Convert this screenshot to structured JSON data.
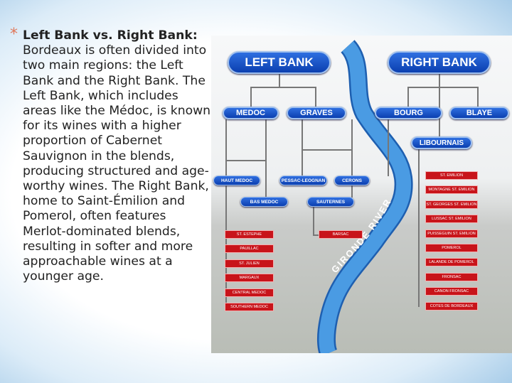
{
  "text": {
    "bullet_title": "Left Bank vs. Right Bank",
    "body": "Bordeaux is often divided into two main regions: the Left Bank and the Right Bank. The Left Bank, which includes areas like the Médoc, is known for its wines with a higher proportion of Cabernet Sauvignon in the blends, producing structured and age-worthy wines. The Right Bank, home to Saint-Émilion and Pomerol, often features Merlot-dominated blends, resulting in softer and more approachable wines at a younger age."
  },
  "diagram": {
    "left_bank": "LEFT BANK",
    "right_bank": "RIGHT BANK",
    "medoc": "MEDOC",
    "graves": "GRAVES",
    "bourg": "BOURG",
    "blaye": "BLAYE",
    "libournais": "LIBOURNAIS",
    "haut_medoc": "HAUT MEDOC",
    "bas_medoc": "BAS MEDOC",
    "pessac": "PESSAC-LEOGNAN",
    "cerons": "CERONS",
    "sauternes": "SAUTERNES",
    "medoc_communes": [
      "ST. ESTEPHE",
      "PAUILLAC",
      "ST. JULIEN",
      "MARGAUX",
      "CENTRAL MEDOC",
      "SOUTHERN MEDOC"
    ],
    "barsac": "BARSAC",
    "libournais_areas": [
      "ST. EMILION",
      "MONTAGNE ST. EMILION",
      "ST. GEORGES ST. EMILION",
      "LUSSAC ST. EMILION",
      "PUISSEGUIN ST. EMILION",
      "POMEROL",
      "LALANDE DE POMEROL",
      "FRONSAC",
      "CANON FRONSAC",
      "COTES DE BORDEAUX"
    ],
    "river": "GIRONDE RIVER",
    "colors": {
      "blue_box": "#1550c8",
      "red_box": "#c8141a",
      "river": "#3a8ad8"
    }
  }
}
